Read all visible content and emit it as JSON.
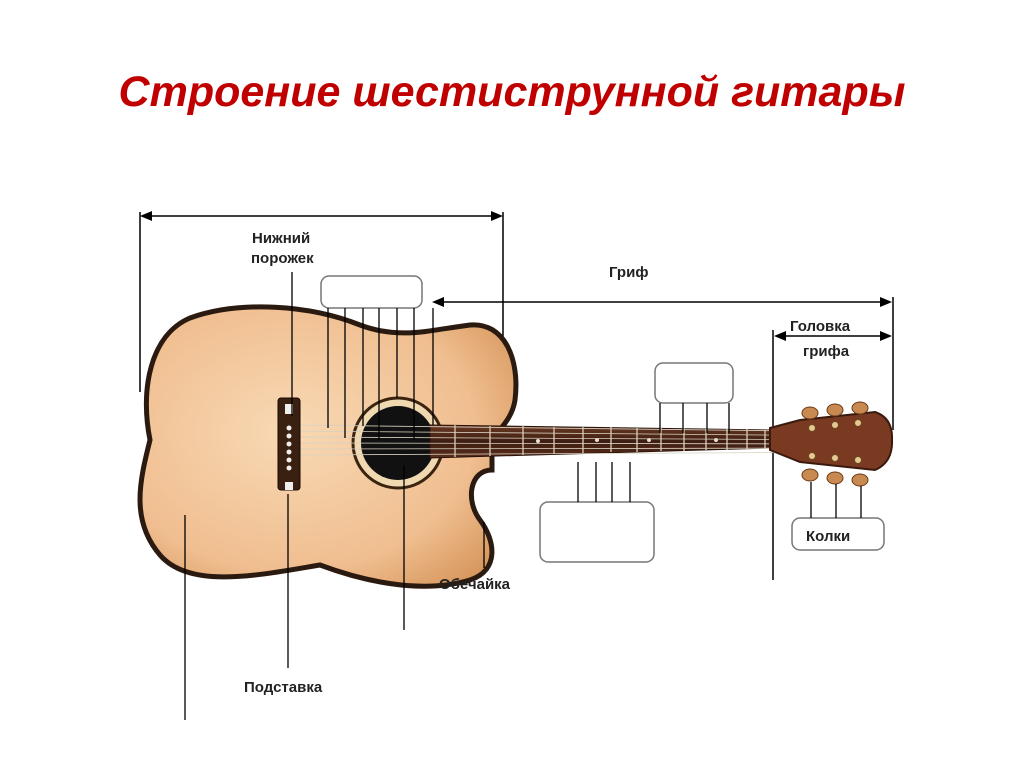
{
  "title": "Строение шестиструнной гитары",
  "labels": {
    "bottom_nut_line1": "Нижний",
    "bottom_nut_line2": "порожек",
    "neck": "Гриф",
    "headstock_line1": "Головка",
    "headstock_line2": "грифа",
    "side": "Обечайка",
    "bridge": "Подставка",
    "tuners": "Колки"
  },
  "colors": {
    "title": "#c00000",
    "body_fill": "#f2c49a",
    "neck_fill": "#4a2518",
    "headstock_fill": "#7a3a22",
    "line": "#000000"
  }
}
